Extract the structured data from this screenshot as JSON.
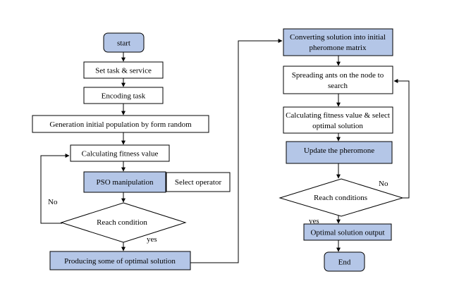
{
  "left_flow": {
    "start": "start",
    "set_task": "Set task & service",
    "encoding": "Encoding task",
    "generation": "Generation initial population by form random",
    "fitness": "Calculating fitness value",
    "pso": "PSO manipulation",
    "select_operator": "Select operator",
    "reach_condition": "Reach condition",
    "no_label": "No",
    "yes_label": "yes",
    "producing": "Producing some of optimal solution"
  },
  "right_flow": {
    "converting_line1": "Converting solution into initial",
    "converting_line2": "pheromone matrix",
    "spreading_line1": "Spreading ants on the node to",
    "spreading_line2": "search",
    "calc_line1": "Calculating fitness value & select",
    "calc_line2": "optimal solution",
    "update": "Update the pheromone",
    "reach_conditions": "Reach conditions",
    "no_label": "No",
    "yes_label": "yes",
    "output": "Optimal solution output",
    "end": "End"
  },
  "colors": {
    "blue_fill": "#b4c6e7",
    "white_fill": "#ffffff",
    "stroke": "#000000"
  }
}
